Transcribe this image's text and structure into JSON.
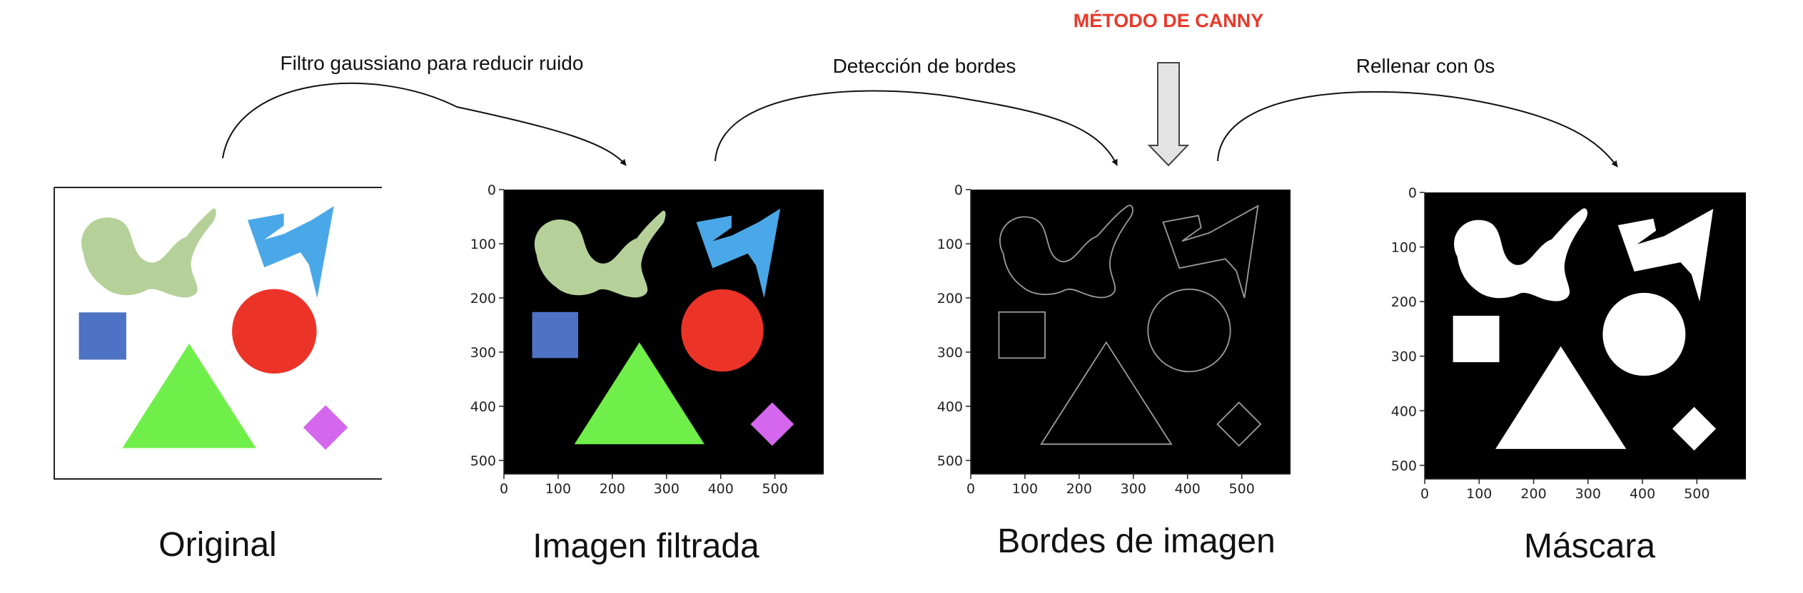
{
  "steps": [
    {
      "label": "Filtro gaussiano para reducir ruido"
    },
    {
      "label": "Detección de bordes"
    },
    {
      "label": "Rellenar con 0s"
    }
  ],
  "method_label": "MÉTODO DE CANNY",
  "panels": [
    {
      "caption": "Original"
    },
    {
      "caption": "Imagen filtrada"
    },
    {
      "caption": "Bordes de imagen"
    },
    {
      "caption": "Máscara"
    }
  ],
  "axes": {
    "x_ticks": [
      "0",
      "100",
      "200",
      "300",
      "400",
      "500"
    ],
    "y_ticks": [
      "0",
      "100",
      "200",
      "300",
      "400",
      "500"
    ]
  },
  "colors": {
    "blob": "#b5d199",
    "bolt": "#4aa8e8",
    "square": "#4e72c4",
    "circle": "#ec3328",
    "triangle": "#70ee4a",
    "diamond": "#d567ef",
    "method": "#e8392b"
  }
}
